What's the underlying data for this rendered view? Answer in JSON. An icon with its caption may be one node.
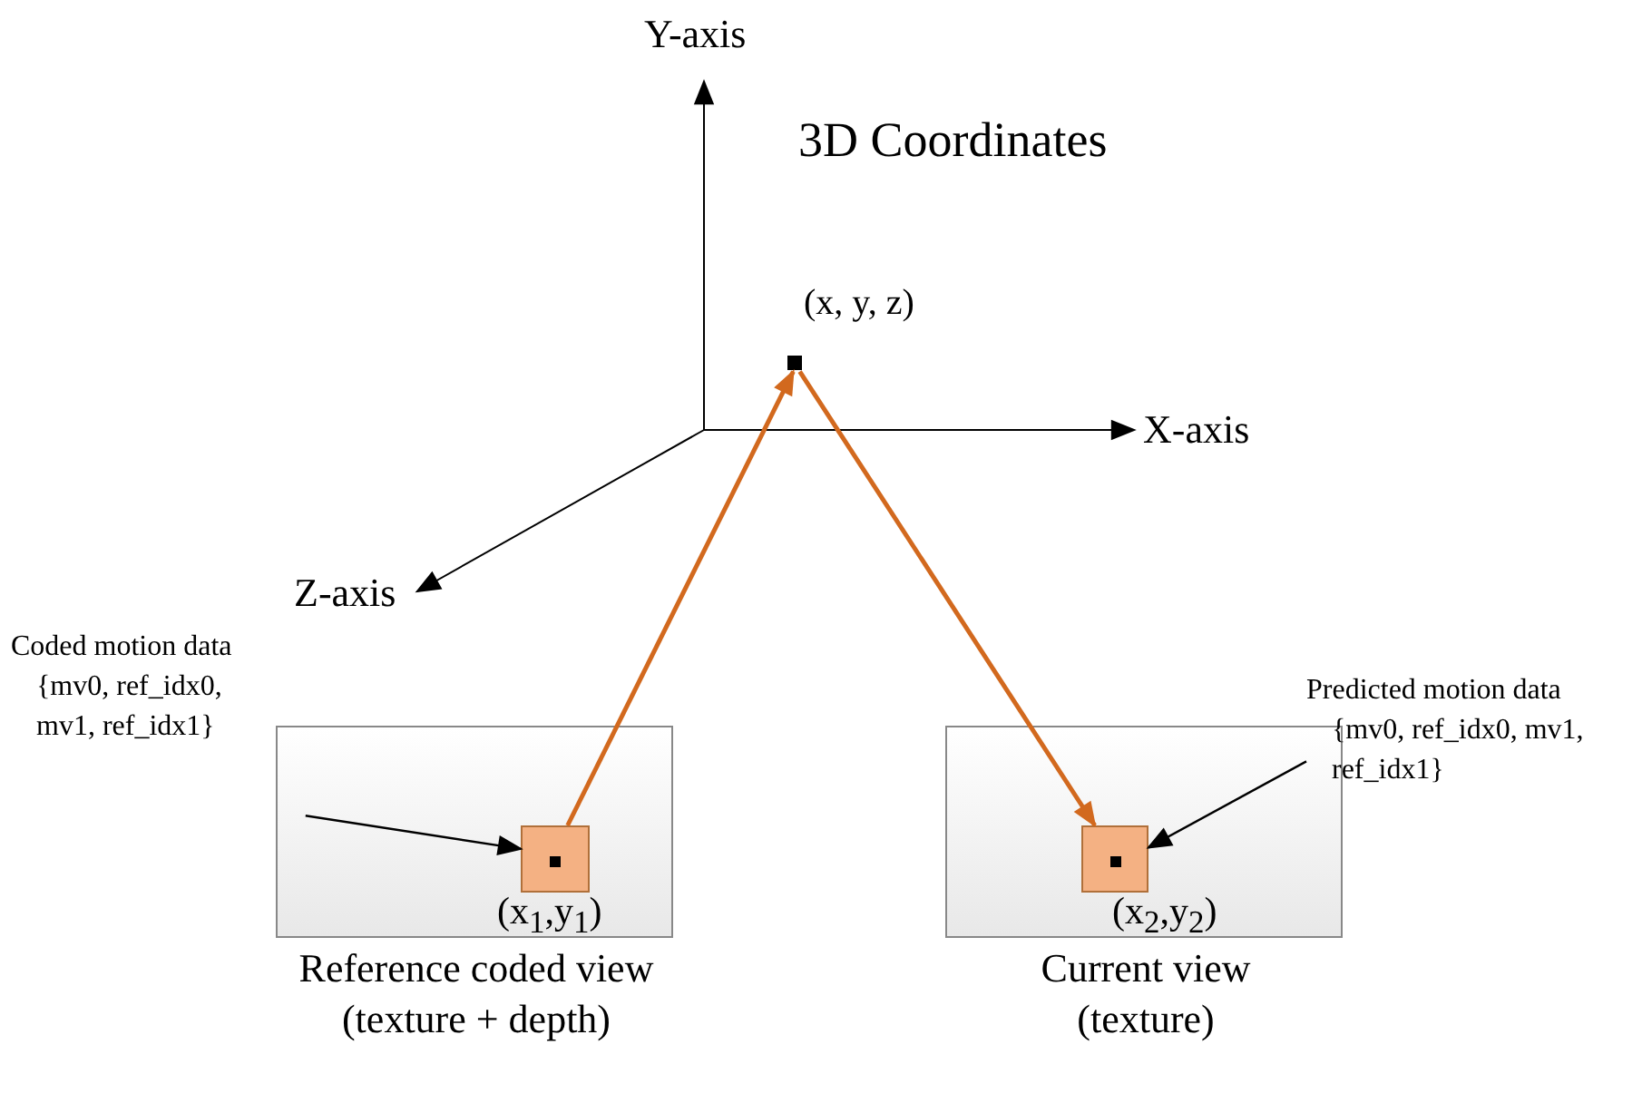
{
  "diagram": {
    "title": "3D Coordinates",
    "nodes": [
      {
        "text": [],
        "shape": "box",
        "beside": [
          "(x, y, z)"
        ]
      },
      {
        "text": [],
        "shape": "box",
        "beside": [
          "Reference coded view (texture + depth)"
        ]
      },
      {
        "text": [],
        "shape": "box",
        "in": 1,
        "beside": [
          "(x$_{1}$,y$_{1}$)"
        ]
      },
      {
        "text": [],
        "shape": "box",
        "beside": [
          "Current view (texture)"
        ]
      },
      {
        "text": [],
        "shape": "box",
        "in": 3,
        "beside": [
          "(x$_{2}$,y$_{2}$)"
        ]
      },
      {
        "text": [
          "Coded motion data {mv0, ref_idx0, mv1, ref_idx1}"
        ]
      },
      {
        "text": [
          "Predicted motion data {mv0, ref_idx0, mv1, ref_idx1}"
        ]
      }
    ],
    "edges": [
      {
        "from": 5,
        "to": 2,
        "arrow": "to"
      },
      {
        "from": 2,
        "to": 0,
        "arrow": "to",
        "color": "#d2691e"
      },
      {
        "from": 0,
        "to": 4,
        "arrow": "to",
        "color": "#d2691e"
      },
      {
        "from": 6,
        "to": 4,
        "arrow": "to"
      }
    ],
    "labels": [
      "Y-axis",
      "X-axis",
      "Z-axis"
    ]
  }
}
